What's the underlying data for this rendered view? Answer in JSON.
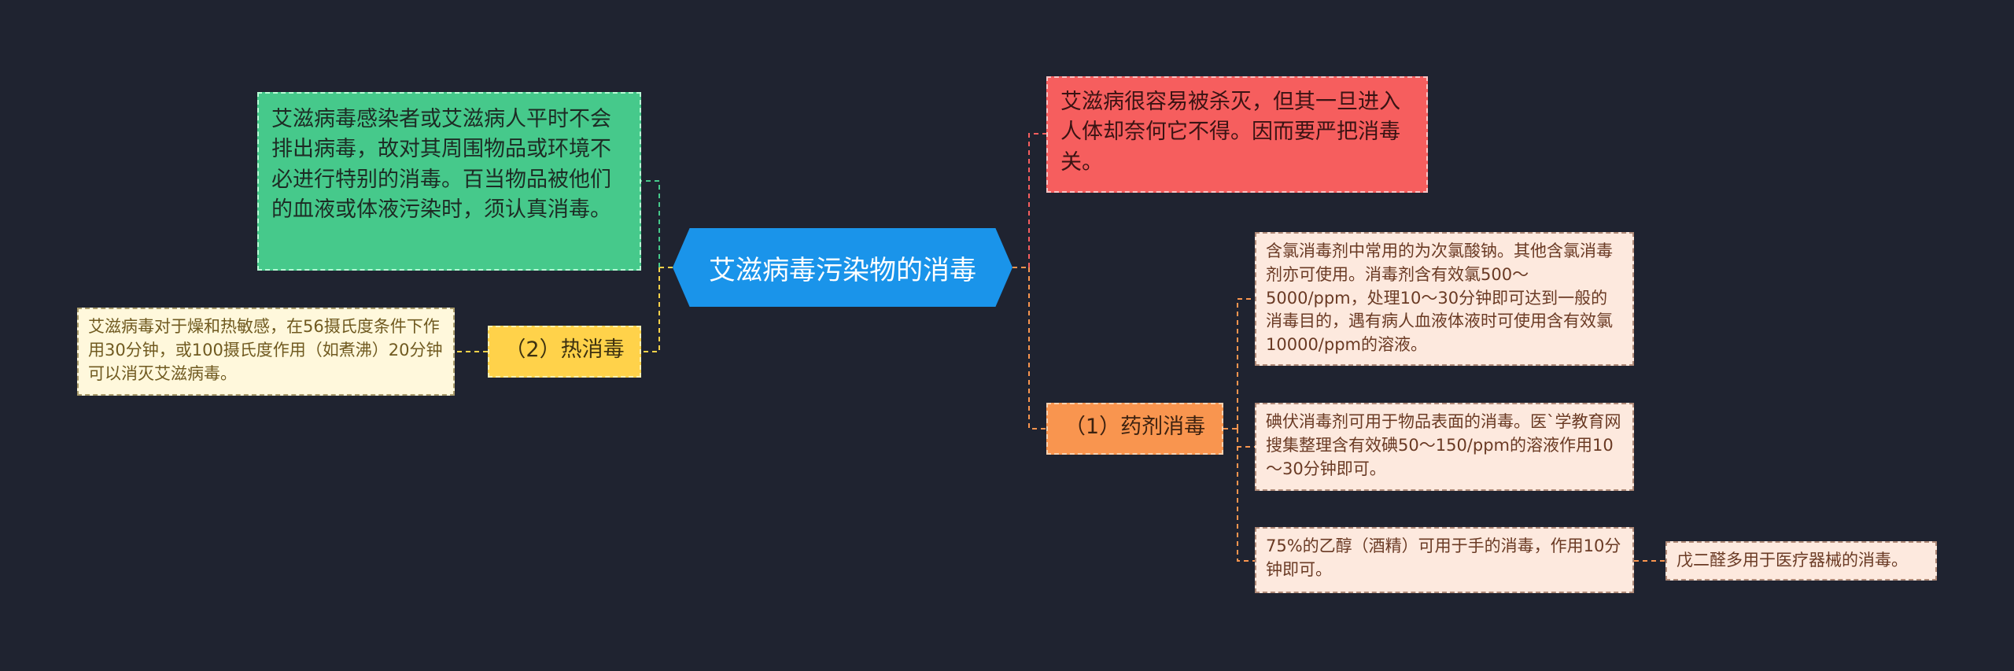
{
  "root": {
    "label": "艾滋病毒污染物的消毒"
  },
  "left": {
    "green_note": "艾滋病毒感染者或艾滋病人平时不会排出病毒，故对其周围物品或环境不必进行特别的消毒。百当物品被他们的血液或体液污染时，须认真消毒。",
    "heat": {
      "label": "（2）热消毒",
      "detail": "艾滋病毒对于燥和热敏感，在56摄氏度条件下作用30分钟，或100摄氏度作用（如煮沸）20分钟可以消灭艾滋病毒。"
    }
  },
  "right": {
    "red_note": "艾滋病很容易被杀灭，但其一旦进入人体却奈何它不得。因而要严把消毒关。",
    "chemical": {
      "label": "（1）药剂消毒",
      "items": [
        "含氯消毒剂中常用的为次氯酸钠。其他含氯消毒剂亦可使用。消毒剂含有效氯500～5000/ppm，处理10～30分钟即可达到一般的消毒目的，遇有病人血液体液时可使用含有效氯10000/ppm的溶液。",
        "碘伏消毒剂可用于物品表面的消毒。医`学教育网搜集整理含有效碘50～150/ppm的溶液作用10～30分钟即可。",
        "75%的乙醇（酒精）可用于手的消毒，作用10分钟即可。"
      ],
      "sub_item": "戊二醛多用于医疗器械的消毒。"
    }
  },
  "colors": {
    "background": "#1f2330",
    "root": "#1a94ea",
    "green": "#46c98b",
    "red": "#f65e5e",
    "yellow": "#ffd24a",
    "orange": "#f9954f"
  }
}
